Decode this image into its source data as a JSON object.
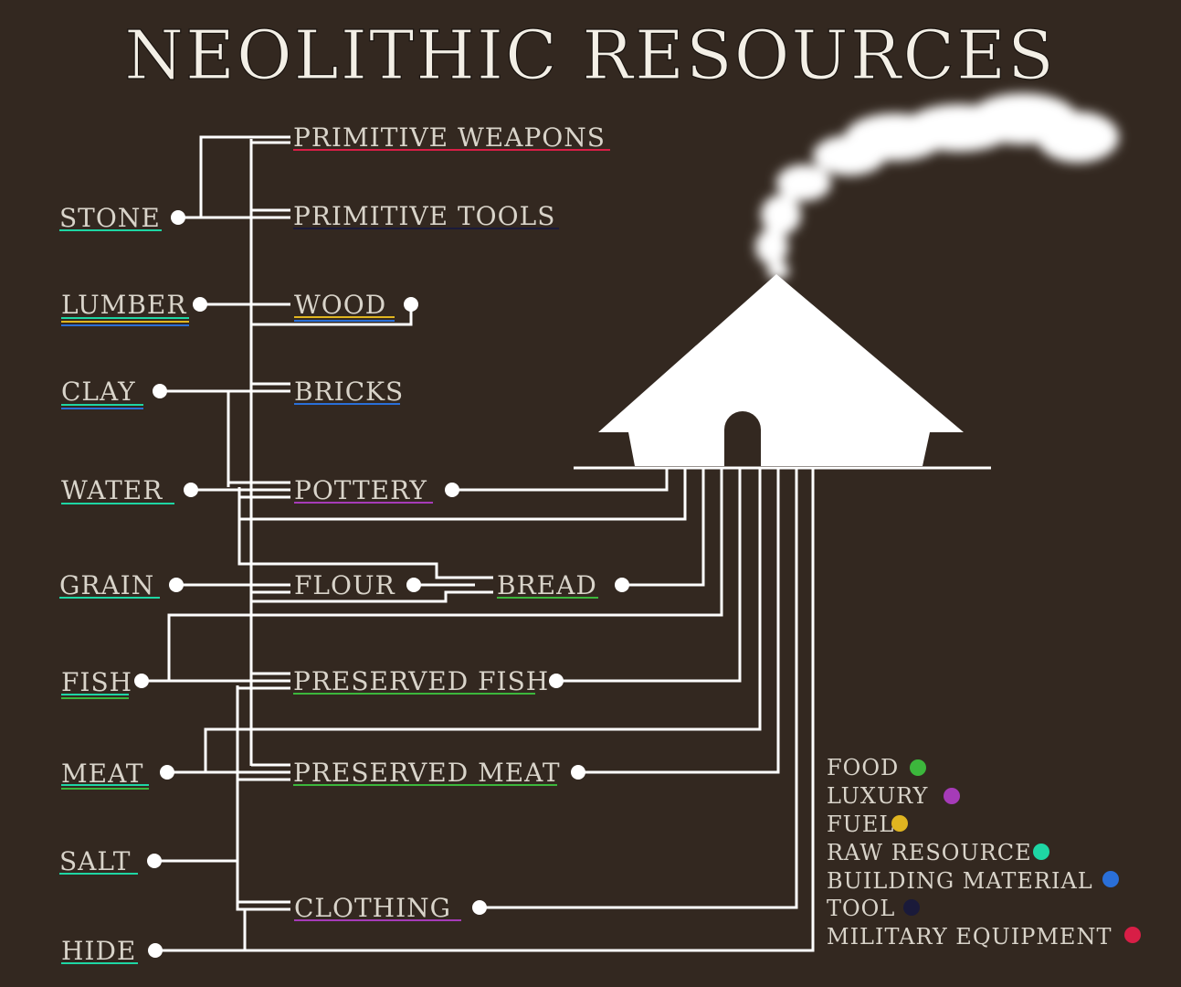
{
  "title": "NEOLITHIC RESOURCES",
  "nodes": {
    "stone": "STONE",
    "lumber": "LUMBER",
    "clay": "CLAY",
    "water": "WATER",
    "grain": "GRAIN",
    "fish": "FISH",
    "meat": "MEAT",
    "salt": "SALT",
    "hide": "HIDE",
    "primitive_weapons": "PRIMITIVE WEAPONS",
    "primitive_tools": "PRIMITIVE TOOLS",
    "wood": "WOOD",
    "bricks": "BRICKS",
    "pottery": "POTTERY",
    "flour": "FLOUR",
    "bread": "BREAD",
    "preserved_fish": "PRESERVED FISH",
    "preserved_meat": "PRESERVED MEAT",
    "clothing": "CLOTHING"
  },
  "legend": [
    {
      "label": "FOOD",
      "color": "#3cb73c"
    },
    {
      "label": "LUXURY",
      "color": "#a63bb8"
    },
    {
      "label": "FUEL",
      "color": "#e0b520"
    },
    {
      "label": "RAW RESOURCE",
      "color": "#1ed6a4"
    },
    {
      "label": "BUILDING MATERIAL",
      "color": "#2a6fd8"
    },
    {
      "label": "TOOL",
      "color": "#1a1a3a"
    },
    {
      "label": "MILITARY EQUIPMENT",
      "color": "#d81e46"
    }
  ],
  "category_colors": {
    "food": "#3cb73c",
    "luxury": "#a63bb8",
    "fuel": "#e0b520",
    "raw_resource": "#1ed6a4",
    "building_material": "#2a6fd8",
    "tool": "#1a1a3a",
    "military_equipment": "#d81e46"
  },
  "icons": [
    "hut-icon",
    "smoke-icon"
  ]
}
